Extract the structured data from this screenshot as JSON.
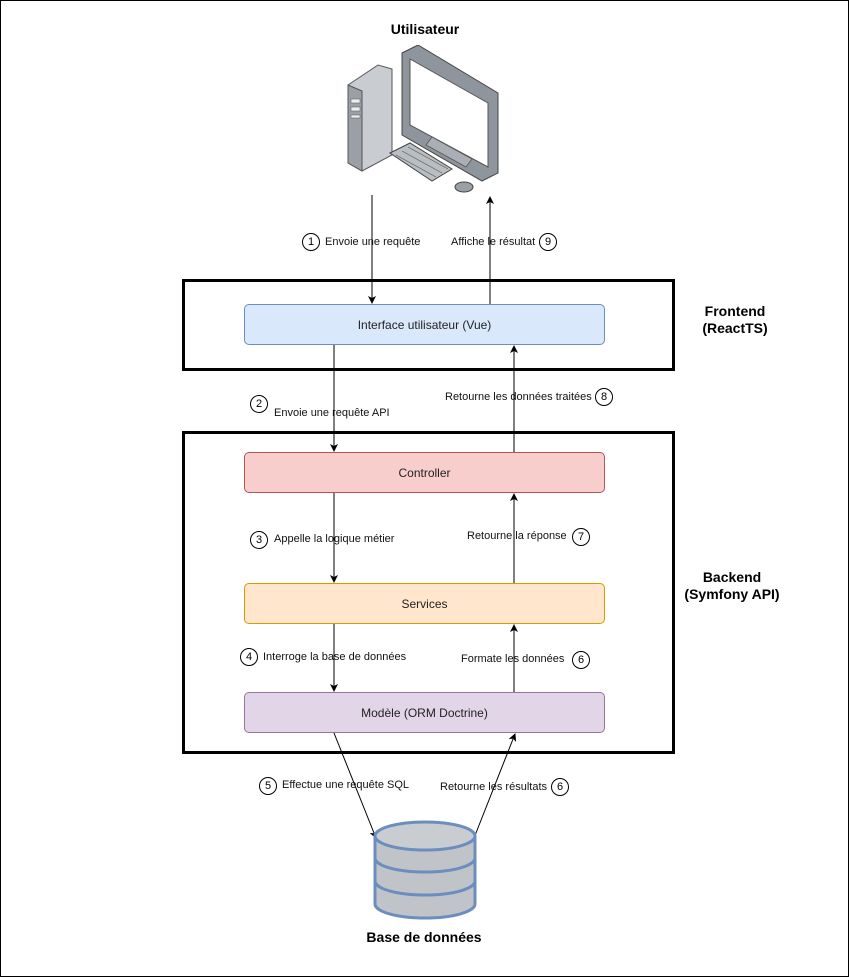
{
  "user_title": "Utilisateur",
  "db_title": "Base de données",
  "groups": {
    "frontend": "Frontend\n(ReactTS)",
    "backend": "Backend\n(Symfony API)"
  },
  "nodes": {
    "ui": "Interface utilisateur (Vue)",
    "controller": "Controller",
    "services": "Services",
    "model": "Modèle (ORM Doctrine)"
  },
  "steps": [
    {
      "n": "1",
      "label": "Envoie une requête"
    },
    {
      "n": "9",
      "label": "Affiche le résultat"
    },
    {
      "n": "2",
      "label": "Envoie une requête API"
    },
    {
      "n": "8",
      "label": "Retourne les données traitées"
    },
    {
      "n": "3",
      "label": "Appelle la logique métier"
    },
    {
      "n": "7",
      "label": "Retourne la réponse"
    },
    {
      "n": "4",
      "label": "Interroge la base de données"
    },
    {
      "n": "6",
      "label": "Formate les données"
    },
    {
      "n": "5",
      "label": "Effectue une requête SQL"
    },
    {
      "n": "6",
      "label": "Retourne les résultats"
    }
  ],
  "colors": {
    "ui_fill": "#dae8fc",
    "ui_stroke": "#6c8ebf",
    "controller_fill": "#f8cecc",
    "controller_stroke": "#b85450",
    "services_fill": "#ffe6cc",
    "services_stroke": "#d79b00",
    "model_fill": "#e1d5e7",
    "model_stroke": "#9673a6"
  }
}
